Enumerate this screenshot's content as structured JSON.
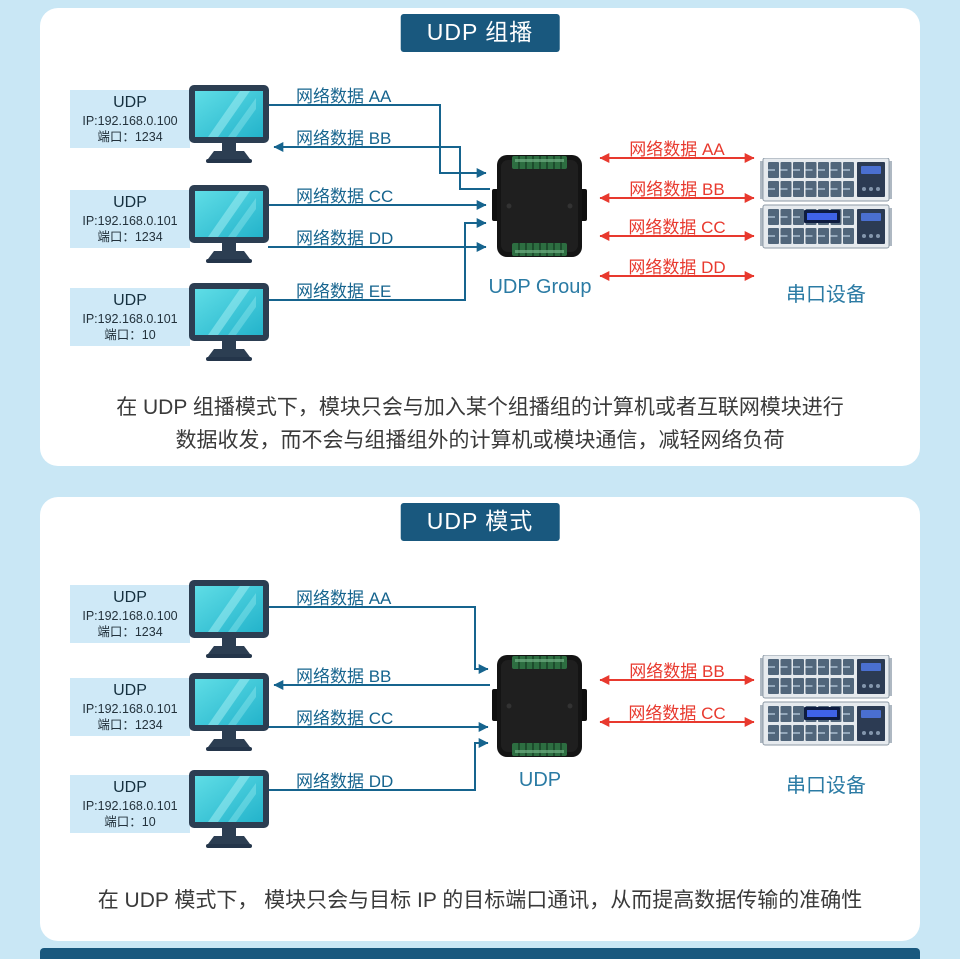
{
  "colors": {
    "background": "#c9e7f5",
    "panel": "#ffffff",
    "title_badge": "#19587e",
    "network_arrow": "#16648e",
    "serial_arrow": "#e8392e",
    "device_label": "#2b7ba4"
  },
  "sections": {
    "multicast": {
      "title": "UDP 组播",
      "computers": [
        {
          "protocol": "UDP",
          "ip": "IP:192.168.0.100",
          "port": "端口：1234"
        },
        {
          "protocol": "UDP",
          "ip": "IP:192.168.0.101",
          "port": "端口：1234"
        },
        {
          "protocol": "UDP",
          "ip": "IP:192.168.0.101",
          "port": "端口：10"
        }
      ],
      "network_labels": [
        "网络数据 AA",
        "网络数据 BB",
        "网络数据 CC",
        "网络数据 DD",
        "网络数据 EE"
      ],
      "serial_labels": [
        "网络数据 AA",
        "网络数据 BB",
        "网络数据 CC",
        "网络数据 DD"
      ],
      "device_label": "UDP Group",
      "server_label": "串口设备",
      "caption_line1": "在 UDP 组播模式下，模块只会与加入某个组播组的计算机或者互联网模块进行",
      "caption_line2": "数据收发，而不会与组播组外的计算机或模块通信，减轻网络负荷"
    },
    "udp": {
      "title": "UDP 模式",
      "computers": [
        {
          "protocol": "UDP",
          "ip": "IP:192.168.0.100",
          "port": "端口：1234"
        },
        {
          "protocol": "UDP",
          "ip": "IP:192.168.0.101",
          "port": "端口：1234"
        },
        {
          "protocol": "UDP",
          "ip": "IP:192.168.0.101",
          "port": "端口：10"
        }
      ],
      "network_labels": [
        "网络数据 AA",
        "网络数据 BB",
        "网络数据 CC",
        "网络数据 DD"
      ],
      "serial_labels": [
        "网络数据 BB",
        "网络数据 CC"
      ],
      "device_label": "UDP",
      "server_label": "串口设备",
      "caption": "在 UDP 模式下， 模块只会与目标 IP 的目标端口通讯，从而提高数据传输的准确性"
    }
  }
}
